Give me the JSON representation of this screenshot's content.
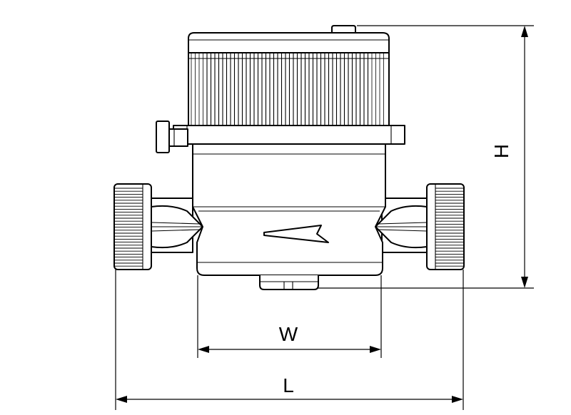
{
  "dimensions": {
    "height_label": "H",
    "width_label": "W",
    "length_label": "L"
  },
  "colors": {
    "line": "#000000",
    "background": "#ffffff"
  }
}
